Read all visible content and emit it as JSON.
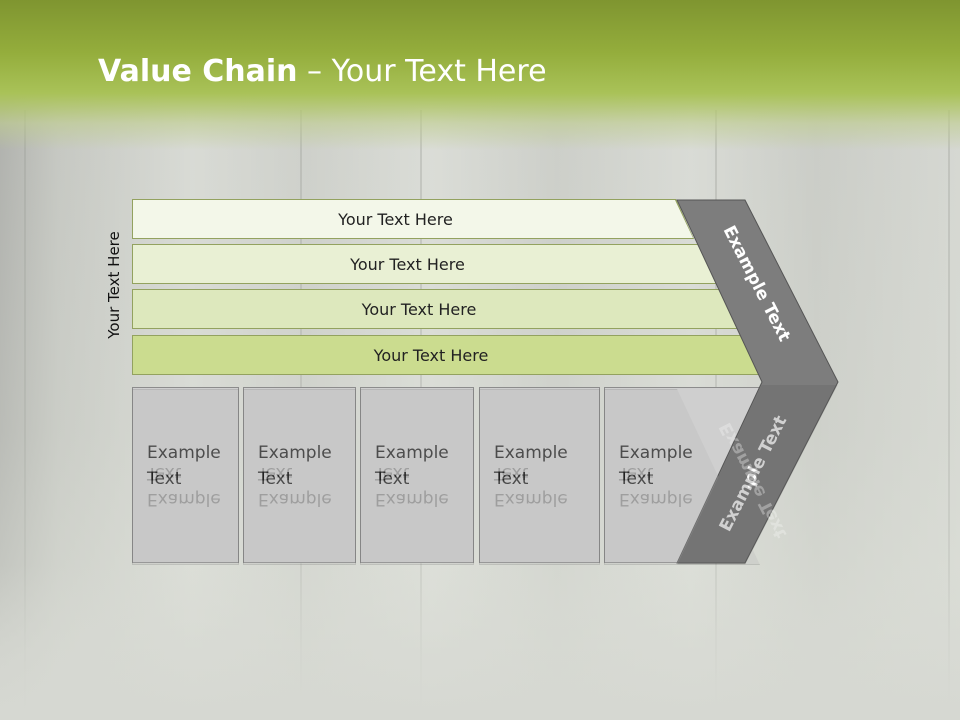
{
  "title": {
    "bold": "Value Chain",
    "rest": " – Your Text Here"
  },
  "vertical_label": "Your Text Here",
  "bands": [
    {
      "label": "Your Text Here",
      "color": "#f3f7e9"
    },
    {
      "label": "Your Text Here",
      "color": "#e9f0d4"
    },
    {
      "label": "Your Text Here",
      "color": "#dde8bd"
    },
    {
      "label": "Your Text Here",
      "color": "#cbdc8f"
    }
  ],
  "cells": [
    {
      "line1": "Example",
      "line2": "Text"
    },
    {
      "line1": "Example",
      "line2": "Text"
    },
    {
      "line1": "Example",
      "line2": "Text"
    },
    {
      "line1": "Example",
      "line2": "Text"
    },
    {
      "line1": "Example",
      "line2": "Text"
    }
  ],
  "chevron": {
    "top_label": "Example Text",
    "bottom_label": "Example Text",
    "color": "#7d7d7d"
  },
  "colors": {
    "header": "#94ad3c",
    "cell": "#cfcfcf"
  }
}
